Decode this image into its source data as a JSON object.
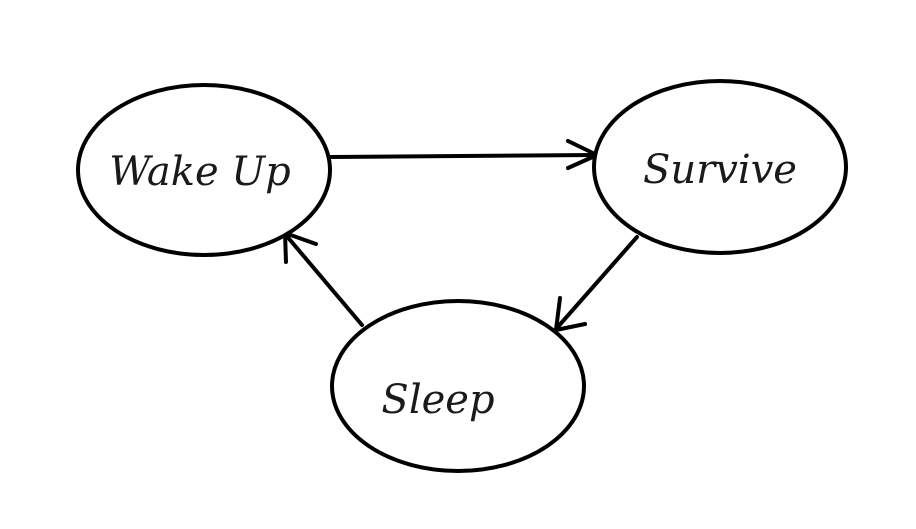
{
  "colors": {
    "stroke": "#000000",
    "text": "#1a1a1a",
    "background": "#ffffff"
  },
  "nodes": [
    {
      "id": "wake-up",
      "label": "Wake Up"
    },
    {
      "id": "survive",
      "label": "Survive"
    },
    {
      "id": "sleep",
      "label": "Sleep"
    }
  ],
  "edges": [
    {
      "from": "wake-up",
      "to": "survive"
    },
    {
      "from": "survive",
      "to": "sleep"
    },
    {
      "from": "sleep",
      "to": "wake-up"
    }
  ]
}
